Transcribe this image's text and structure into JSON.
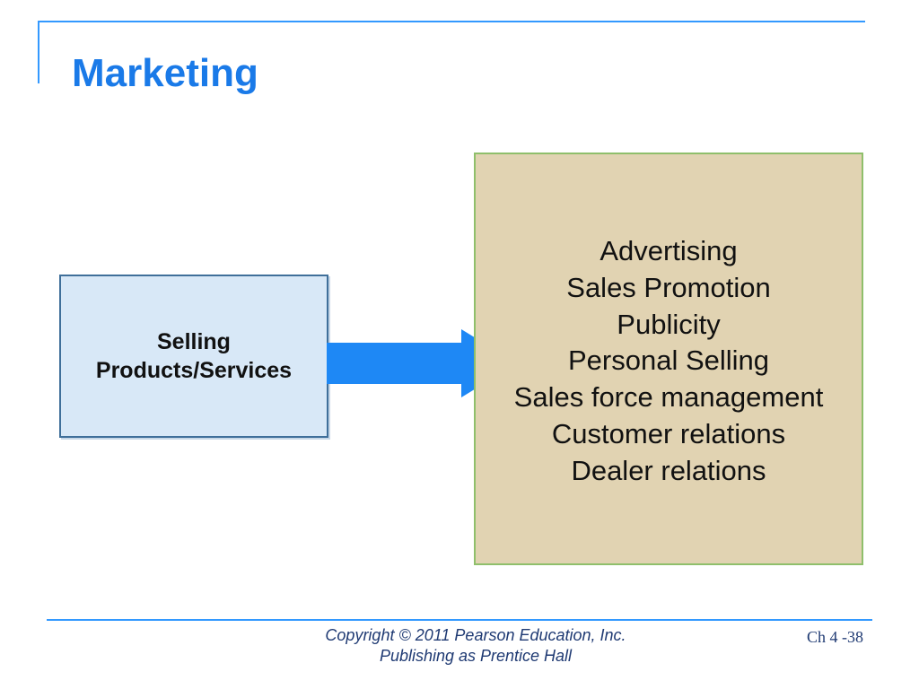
{
  "slide": {
    "title": "Marketing",
    "accent_color": "#1a7ae8",
    "frame_color": "#3399ff"
  },
  "left_box": {
    "line1": "Selling",
    "line2": "Products/Services",
    "fill_color": "#d8e8f7",
    "border_color": "#3f6f9a"
  },
  "arrow": {
    "color": "#1e88f5",
    "icon": "right-arrow-icon"
  },
  "right_box": {
    "fill_color": "#e1d3b2",
    "border_color": "#8fbf6b",
    "items": [
      "Advertising",
      "Sales Promotion",
      "Publicity",
      "Personal Selling",
      "Sales force management",
      "Customer relations",
      "Dealer relations"
    ]
  },
  "footer": {
    "copyright_line1": "Copyright © 2011 Pearson Education, Inc.",
    "copyright_line2": "Publishing as Prentice Hall",
    "page_number": "Ch 4 -38"
  }
}
